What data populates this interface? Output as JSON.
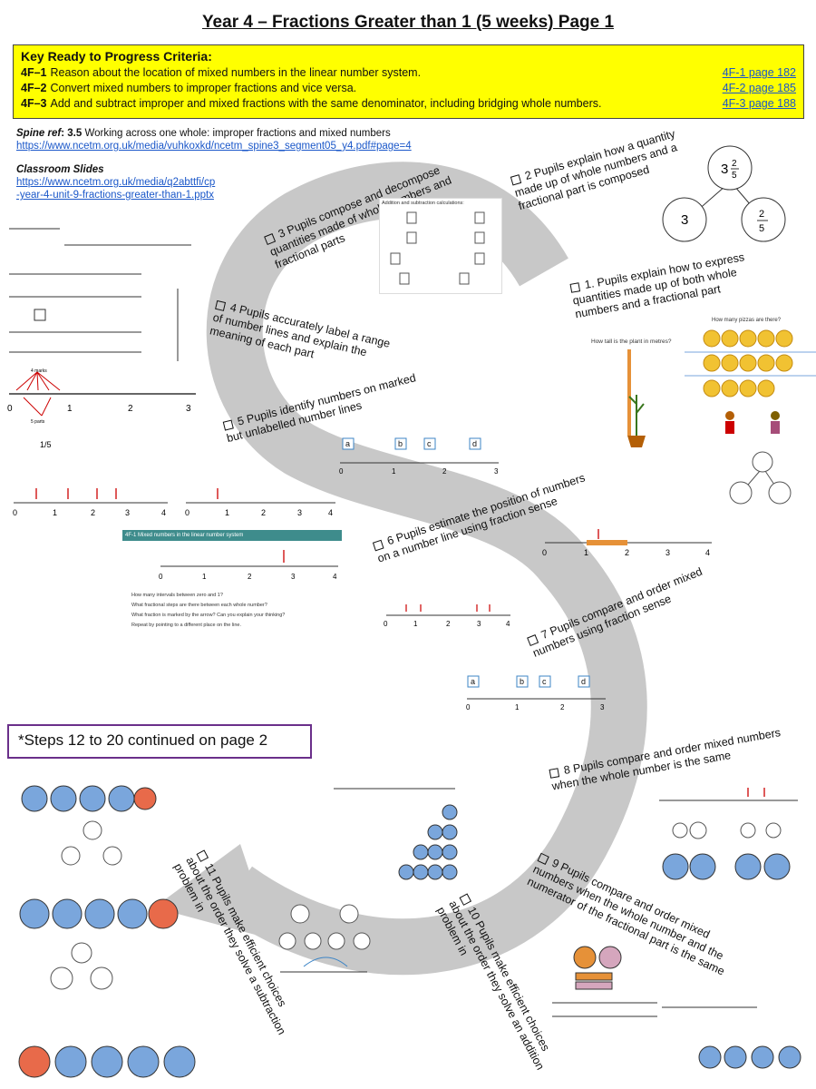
{
  "title": "Year 4 – Fractions Greater than 1 (5 weeks) Page 1",
  "criteria": {
    "heading": "Key Ready to Progress Criteria",
    "rows": [
      {
        "code": "4F–1",
        "text": "Reason about the location of mixed numbers in the linear number system.",
        "link": "4F-1 page 182"
      },
      {
        "code": "4F–2",
        "text": "Convert mixed numbers to improper fractions and vice versa.",
        "link": "4F-2 page 185"
      },
      {
        "code": "4F–3",
        "text": "Add and subtract improper and mixed fractions with the same denominator, including bridging whole numbers.",
        "link": "4F-3 page 188"
      }
    ]
  },
  "spine": {
    "label": "Spine ref",
    "ref": "3.5",
    "text": "Working across one whole: improper fractions and mixed numbers",
    "url": "https://www.ncetm.org.uk/media/vuhkoxkd/ncetm_spine3_segment05_y4.pdf#page=4"
  },
  "slides": {
    "label": "Classroom Slides",
    "url_line1": "https://www.ncetm.org.uk/media/q2abttfi/cp",
    "url_line2": "-year-4-unit-9-fractions-greater-than-1.pptx"
  },
  "steps": {
    "s1": "1. Pupils explain how to express\nquantities made up of both whole\nnumbers and a fractional part",
    "s2": "2 Pupils explain how a quantity\nmade up of whole numbers and a\nfractional part is composed",
    "s3": "3 Pupils compose and decompose\nquantities made of whole numbers and\nfractional parts",
    "s4": "4 Pupils accurately label a range\nof number lines and explain the\nmeaning of each part",
    "s5": "5 Pupils identify numbers on marked\nbut unlabelled number lines",
    "s6": "6 Pupils estimate the position of numbers\non a number line using fraction sense",
    "s7": "7 Pupils compare and order mixed\nnumbers using fraction sense",
    "s8": "8 Pupils compare and order mixed numbers\nwhen the whole number is the same",
    "s9": "9 Pupils compare and order mixed\nnumbers when the whole number and the\nnumerator of the fractional part is the same",
    "s10": "10 Pupils make efficient choices\nabout the order they solve an addition\nproblem in",
    "s11": "11 Pupils make efficient choices\nabout the order they solve a subtraction\nproblem in"
  },
  "continued": "*Steps 12 to 20 continued on page 2",
  "images": {
    "pizzas_q": "How many pizzas are there?",
    "plant_q": "How tall is the plant in metres?",
    "calc_title": "Addition and subtraction calculations:",
    "nl_title": "4F-1 Mixed numbers in the linear number system",
    "bullets": [
      "How many intervals between zero and 1?",
      "What fractional steps are there between each whole number?",
      "What fraction is marked by the arrow? Can you explain your thinking?",
      "Repeat by pointing to a different place on the line."
    ],
    "letters": [
      "a",
      "b",
      "c",
      "d"
    ],
    "marks_label": "4 marks",
    "parts_label": "5 parts",
    "one_fifth": "1/5"
  },
  "colors": {
    "yellow": "#ffff00",
    "arrow": "#c8c8c8",
    "purple": "#6a2f8a",
    "blue": "#7aa6dc",
    "red": "#e86a4a",
    "link": "#1a57c9"
  }
}
